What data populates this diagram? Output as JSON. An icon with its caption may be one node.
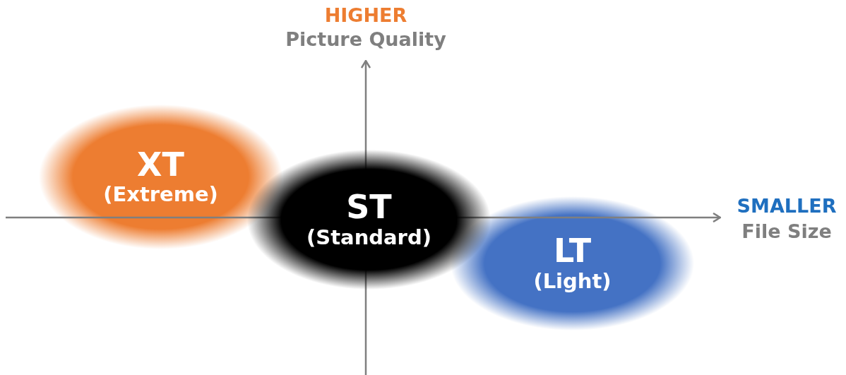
{
  "diagram": {
    "nodes": [
      {
        "text": [
          "XT",
          "(Extreme)"
        ]
      },
      {
        "text": [
          "ST",
          "(Standard)"
        ]
      },
      {
        "text": [
          "LT",
          "(Light)"
        ]
      }
    ],
    "labels": [
      "HIGHER",
      "Picture Quality",
      "SMALLER",
      "File Size"
    ]
  }
}
